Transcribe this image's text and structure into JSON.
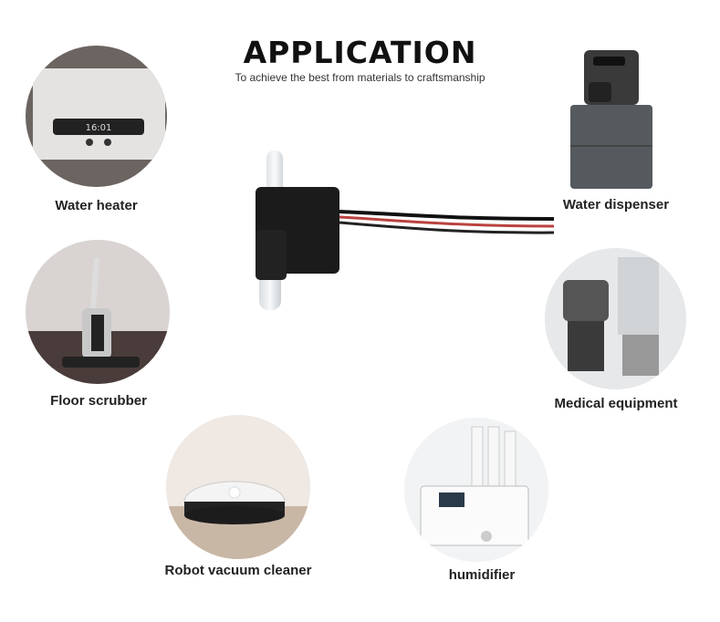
{
  "header": {
    "title": "APPLICATION",
    "subtitle": "To achieve the best from materials to craftsmanship"
  },
  "applications": [
    {
      "label": "Water heater",
      "icon": "water-heater-icon"
    },
    {
      "label": "Water dispenser",
      "icon": "water-dispenser-icon"
    },
    {
      "label": "Floor scrubber",
      "icon": "floor-scrubber-icon"
    },
    {
      "label": "Medical equipment",
      "icon": "medical-equipment-icon"
    },
    {
      "label": "Robot vacuum cleaner",
      "icon": "robot-vacuum-icon"
    },
    {
      "label": "humidifier",
      "icon": "humidifier-icon"
    }
  ],
  "colors": {
    "accent": "#111111",
    "circle_bg": "#e9e9e9"
  }
}
